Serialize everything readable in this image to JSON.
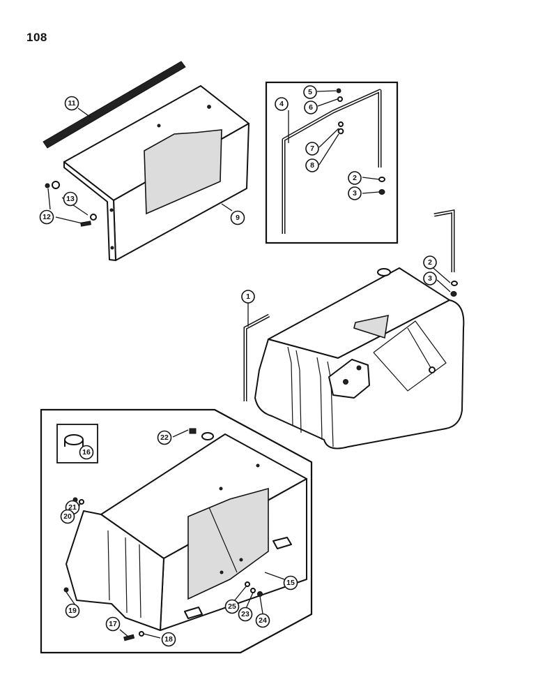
{
  "page_number": "108",
  "callouts": [
    "1",
    "2",
    "3",
    "4",
    "5",
    "6",
    "7",
    "8",
    "9",
    "11",
    "12",
    "13",
    "15",
    "16",
    "17",
    "18",
    "19",
    "20",
    "21",
    "22",
    "23",
    "24",
    "25"
  ]
}
